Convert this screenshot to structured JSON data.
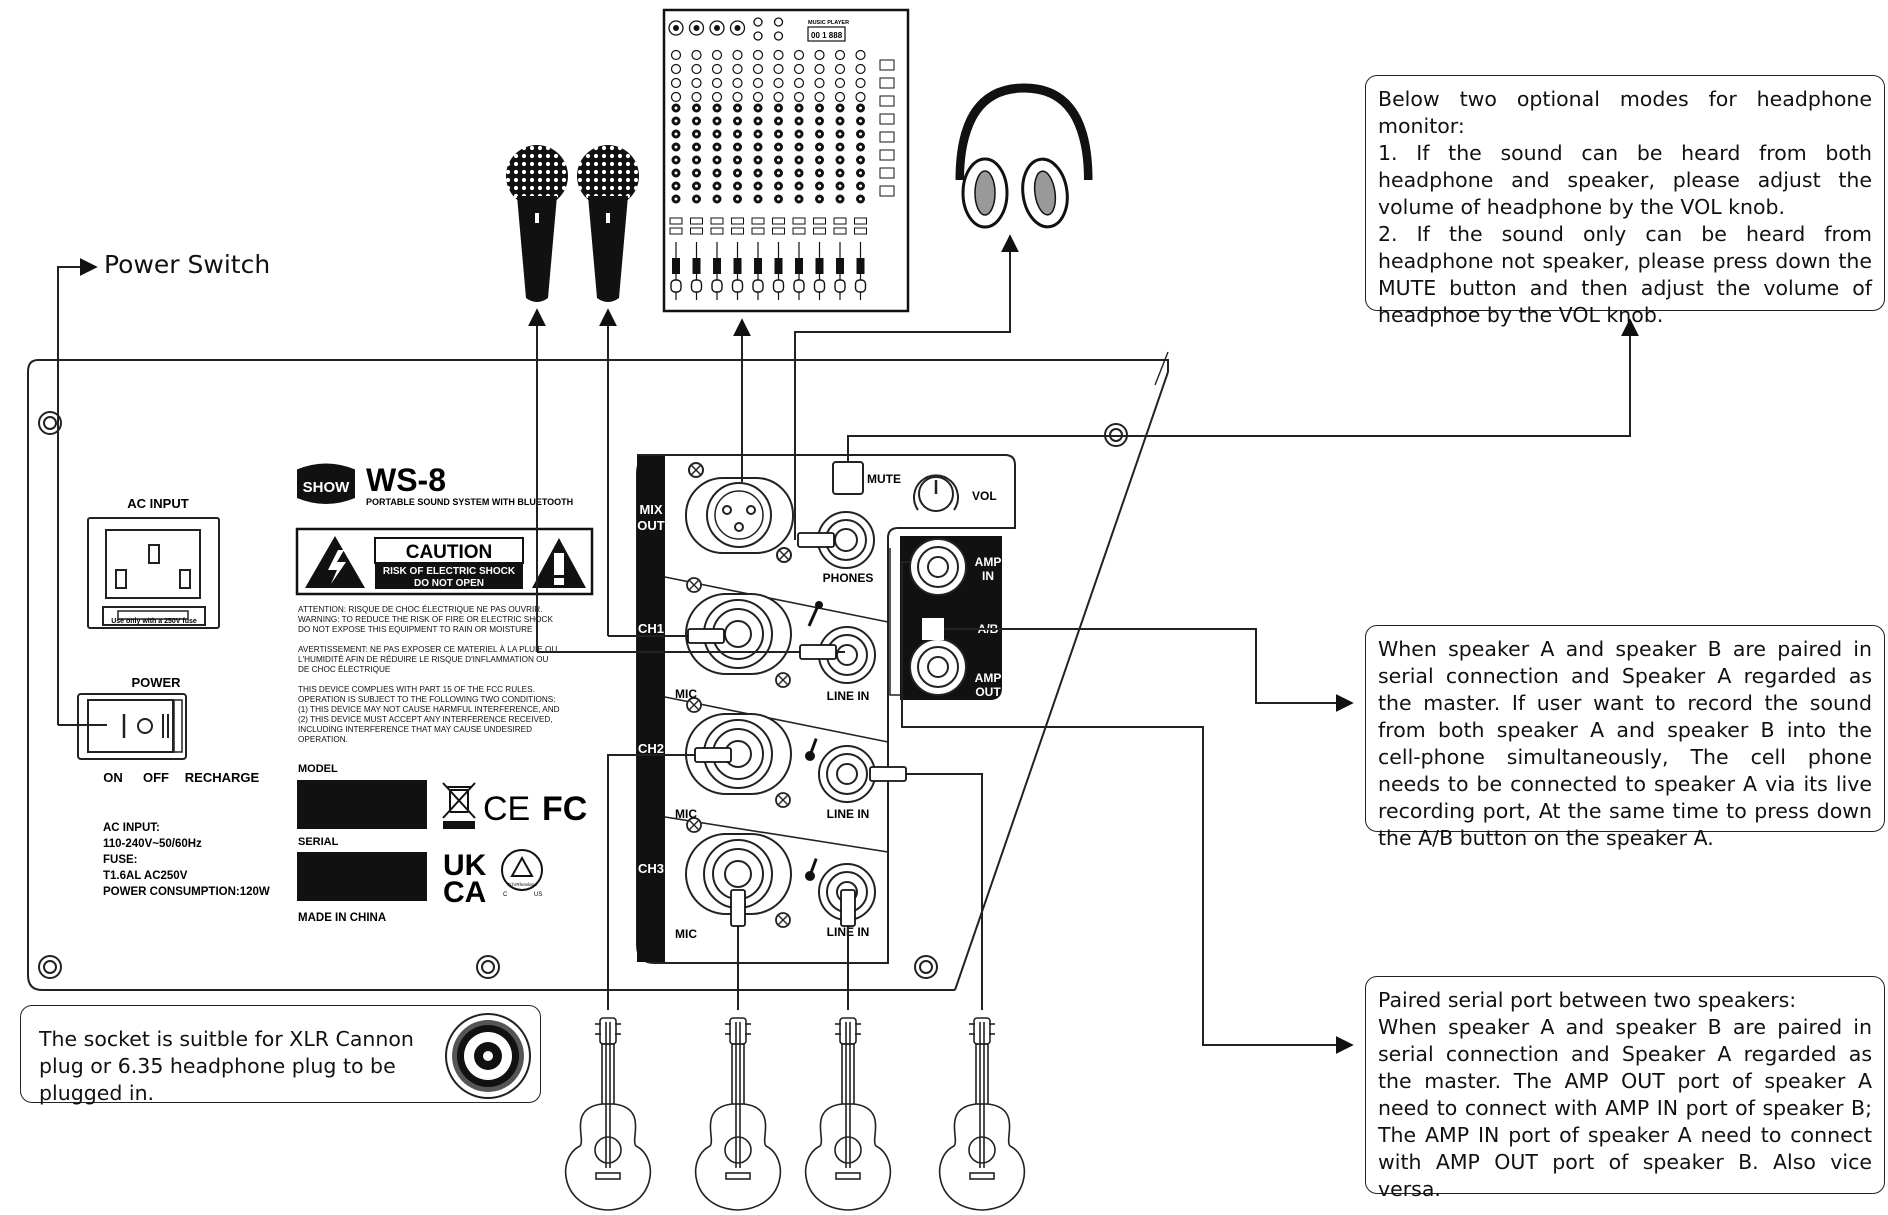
{
  "power_switch_label": "Power Switch",
  "notes": {
    "headphone": [
      "Below two optional modes for headphone monitor:",
      "1. If the sound can be heard from both headphone and speaker, please adjust the volume of headphone by the VOL knob.",
      "2. If the sound only can be heard from headphone not speaker, please press down the MUTE button and then adjust the volume of headphoe by the VOL knob."
    ],
    "ab": "When speaker A and speaker B are paired in serial connection and Speaker A regarded as the master.  If user want to record the sound from both speaker A and speaker B into the cell-phone simultaneously, The cell phone needs to be connected to speaker A via its live recording  port, At the same time to press down the A/B button on the speaker A.",
    "paired": [
      "Paired serial port between two speakers:",
      "When speaker A and speaker B are paired in serial connection and Speaker A regarded as the master. The AMP  OUT port of speaker A need to connect with AMP IN port of speaker B; The AMP IN port of speaker A need to connect with AMP OUT port of speaker B. Also vice versa."
    ],
    "socket": "The socket is suitble for XLR Cannon plug or 6.35 headphone plug to be plugged in."
  },
  "panel": {
    "ac_input_title": "AC INPUT",
    "fuse_note": "Use only with a 250V fuse",
    "power_title": "POWER",
    "switch_on": "ON",
    "switch_off": "OFF",
    "switch_recharge": "RECHARGE",
    "specs": [
      "AC INPUT:",
      "110-240V~50/60Hz",
      "FUSE:",
      "T1.6AL AC250V",
      "POWER CONSUMPTION:120W"
    ],
    "brand_logo": "SHOW",
    "model": "WS-8",
    "model_sub": "PORTABLE SOUND SYSTEM WITH BLUETOOTH",
    "caution": "CAUTION",
    "caution_sub1": "RISK OF ELECTRIC SHOCK",
    "caution_sub2": "DO NOT OPEN",
    "warning_lines": [
      "ATTENTION: RISQUE DE CHOC ÉLECTRIQUE NE PAS OUVRIR.",
      "WARNING: TO REDUCE THE RISK OF FIRE OR ELECTRIC SHOCK",
      "DO NOT EXPOSE THIS EQUIPMENT TO RAIN OR MOISTURE",
      "",
      "AVERTISSEMENT: NE PAS EXPOSER CE MATERIEL À LA PLUIE OU",
      "L'HUMIDITÉ AFIN DE RÉDUIRE LE RISQUE D'INFLAMMATION OU",
      "DE CHOC ÉLECTRIQUE",
      "",
      "THIS DEVICE COMPLIES WITH PART 15 OF THE FCC RULES.",
      "OPERATION IS SUBJECT TO THE FOLLOWING TWO CONDITIONS:",
      "(1) THIS DEVICE MAY NOT CAUSE HARMFUL INTERFERENCE, AND",
      "(2) THIS DEVICE MUST ACCEPT ANY INTERFERENCE RECEIVED,",
      "INCLUDING INTERFERENCE THAT MAY CAUSE UNDESIRED",
      "OPERATION."
    ],
    "model_label": "MODEL",
    "serial_label": "SERIAL",
    "made_in": "MADE IN CHINA",
    "ce": "CE",
    "fc": "FC",
    "ukca_1": "UK",
    "ukca_2": "CA",
    "tuv": "TÜVRheinland",
    "tuv_c": "C",
    "tuv_us": "US",
    "mix_out": [
      "MIX",
      "OUT"
    ],
    "mute": "MUTE",
    "vol": "VOL",
    "phones": "PHONES",
    "ch1": "CH1",
    "ch2": "CH2",
    "ch3": "CH3",
    "mic": "MIC",
    "line_in": "LINE IN",
    "amp_in": [
      "AMP",
      "IN"
    ],
    "ab": "A/B",
    "amp_out": [
      "AMP",
      "OUT"
    ]
  },
  "mixer": {
    "music_player": "MUSIC PLAYER",
    "display": "00 1 888"
  },
  "colors": {
    "ink": "#111111",
    "panel_black": "#1a1a1a",
    "line": "#222222"
  }
}
